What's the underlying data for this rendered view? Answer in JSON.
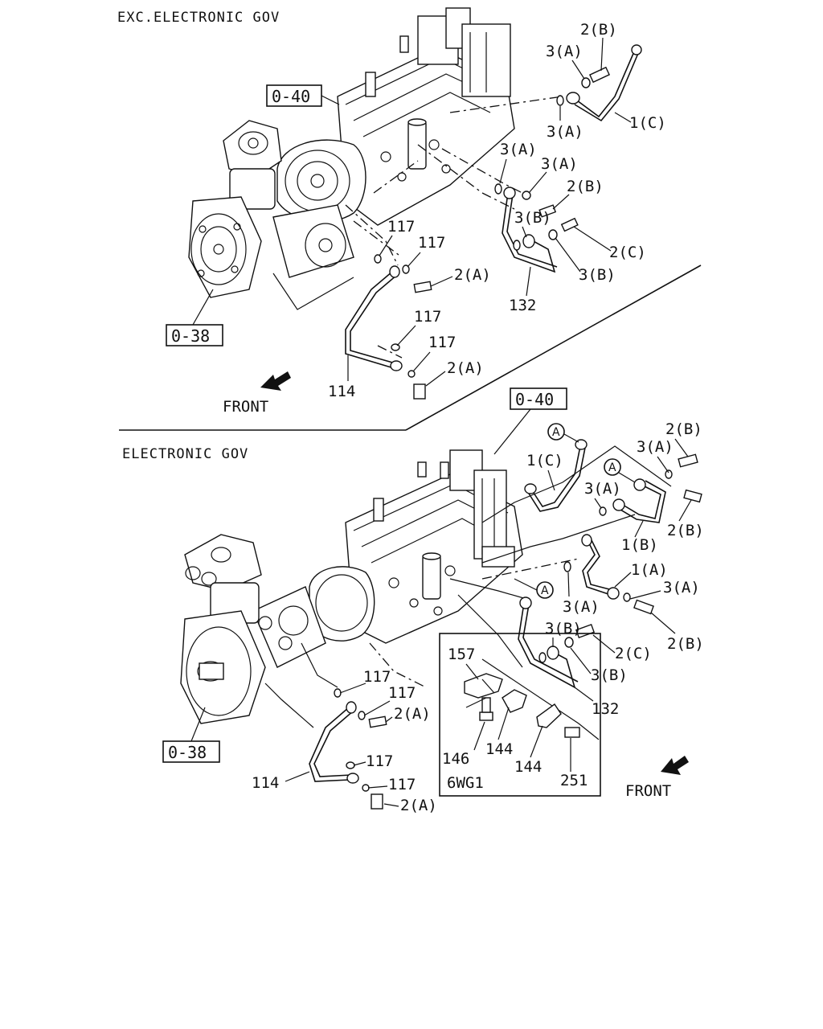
{
  "sections": {
    "top_title": "EXC.ELECTRONIC GOV",
    "bottom_title": "ELECTRONIC GOV"
  },
  "refs": {
    "top_pump_ref": "0-40",
    "top_compressor_ref": "0-38",
    "bottom_pump_ref": "0-40",
    "bottom_compressor_ref": "0-38"
  },
  "front_label": "FRONT",
  "top_labels": {
    "l_2B": "2(B)",
    "l_3A_a": "3(A)",
    "l_3A_b": "3(A)",
    "l_1C": "1(C)",
    "l_3A_c": "3(A)",
    "l_3A_d": "3(A)",
    "l_2B_b": "2(B)",
    "l_3B_a": "3(B)",
    "l_2C": "2(C)",
    "l_3B_b": "3(B)",
    "l_132": "132",
    "l_117_a": "117",
    "l_117_b": "117",
    "l_2A_a": "2(A)",
    "l_117_c": "117",
    "l_117_d": "117",
    "l_2A_b": "2(A)",
    "l_114": "114"
  },
  "bottom_labels": {
    "l_A_1": "A",
    "l_A_2": "A",
    "l_A_3": "A",
    "l_2B_a": "2(B)",
    "l_3A_a": "3(A)",
    "l_1C": "1(C)",
    "l_3A_b": "3(A)",
    "l_2B_b": "2(B)",
    "l_1B": "1(B)",
    "l_1A": "1(A)",
    "l_3A_c": "3(A)",
    "l_3A_d": "3(A)",
    "l_2B_c": "2(B)",
    "l_3B_a": "3(B)",
    "l_2C": "2(C)",
    "l_3B_b": "3(B)",
    "l_132": "132",
    "l_157": "157",
    "l_146": "146",
    "l_144_a": "144",
    "l_144_b": "144",
    "l_251": "251",
    "l_6WG1": "6WG1",
    "l_117_a": "117",
    "l_117_b": "117",
    "l_2A_a": "2(A)",
    "l_117_c": "117",
    "l_117_d": "117",
    "l_2A_b": "2(A)",
    "l_114": "114"
  }
}
